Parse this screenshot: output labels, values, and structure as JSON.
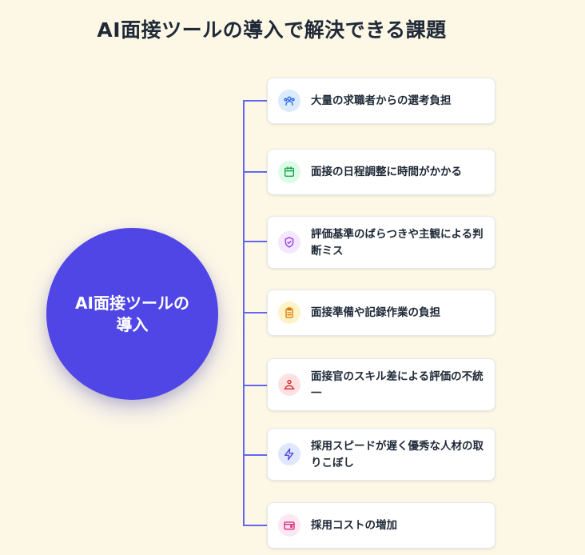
{
  "title": "AI面接ツールの導入で解決できる課題",
  "center": {
    "line1": "AI面接ツールの",
    "line2": "導入"
  },
  "colors": {
    "accent": "#4f46e5",
    "background": "#fdf8e6",
    "connector": "#6366f1"
  },
  "items": [
    {
      "label": "大量の求職者からの選考負担",
      "icon": "users-icon",
      "icon_bg": "#dbeafe",
      "icon_color": "#2563eb"
    },
    {
      "label": "面接の日程調整に時間がかかる",
      "icon": "calendar-icon",
      "icon_bg": "#dcfce7",
      "icon_color": "#16a34a"
    },
    {
      "label": "評価基準のばらつきや主観による判断ミス",
      "icon": "shield-check-icon",
      "icon_bg": "#f3e8ff",
      "icon_color": "#9333ea"
    },
    {
      "label": "面接準備や記録作業の負担",
      "icon": "clipboard-icon",
      "icon_bg": "#fef3c7",
      "icon_color": "#d97706"
    },
    {
      "label": "面接官のスキル差による評価の不統一",
      "icon": "user-scale-icon",
      "icon_bg": "#fee2e2",
      "icon_color": "#dc2626"
    },
    {
      "label": "採用スピードが遅く優秀な人材の取りこぼし",
      "icon": "lightning-icon",
      "icon_bg": "#e0e7ff",
      "icon_color": "#4f46e5"
    },
    {
      "label": "採用コストの増加",
      "icon": "wallet-icon",
      "icon_bg": "#fce7f3",
      "icon_color": "#db2777"
    }
  ]
}
